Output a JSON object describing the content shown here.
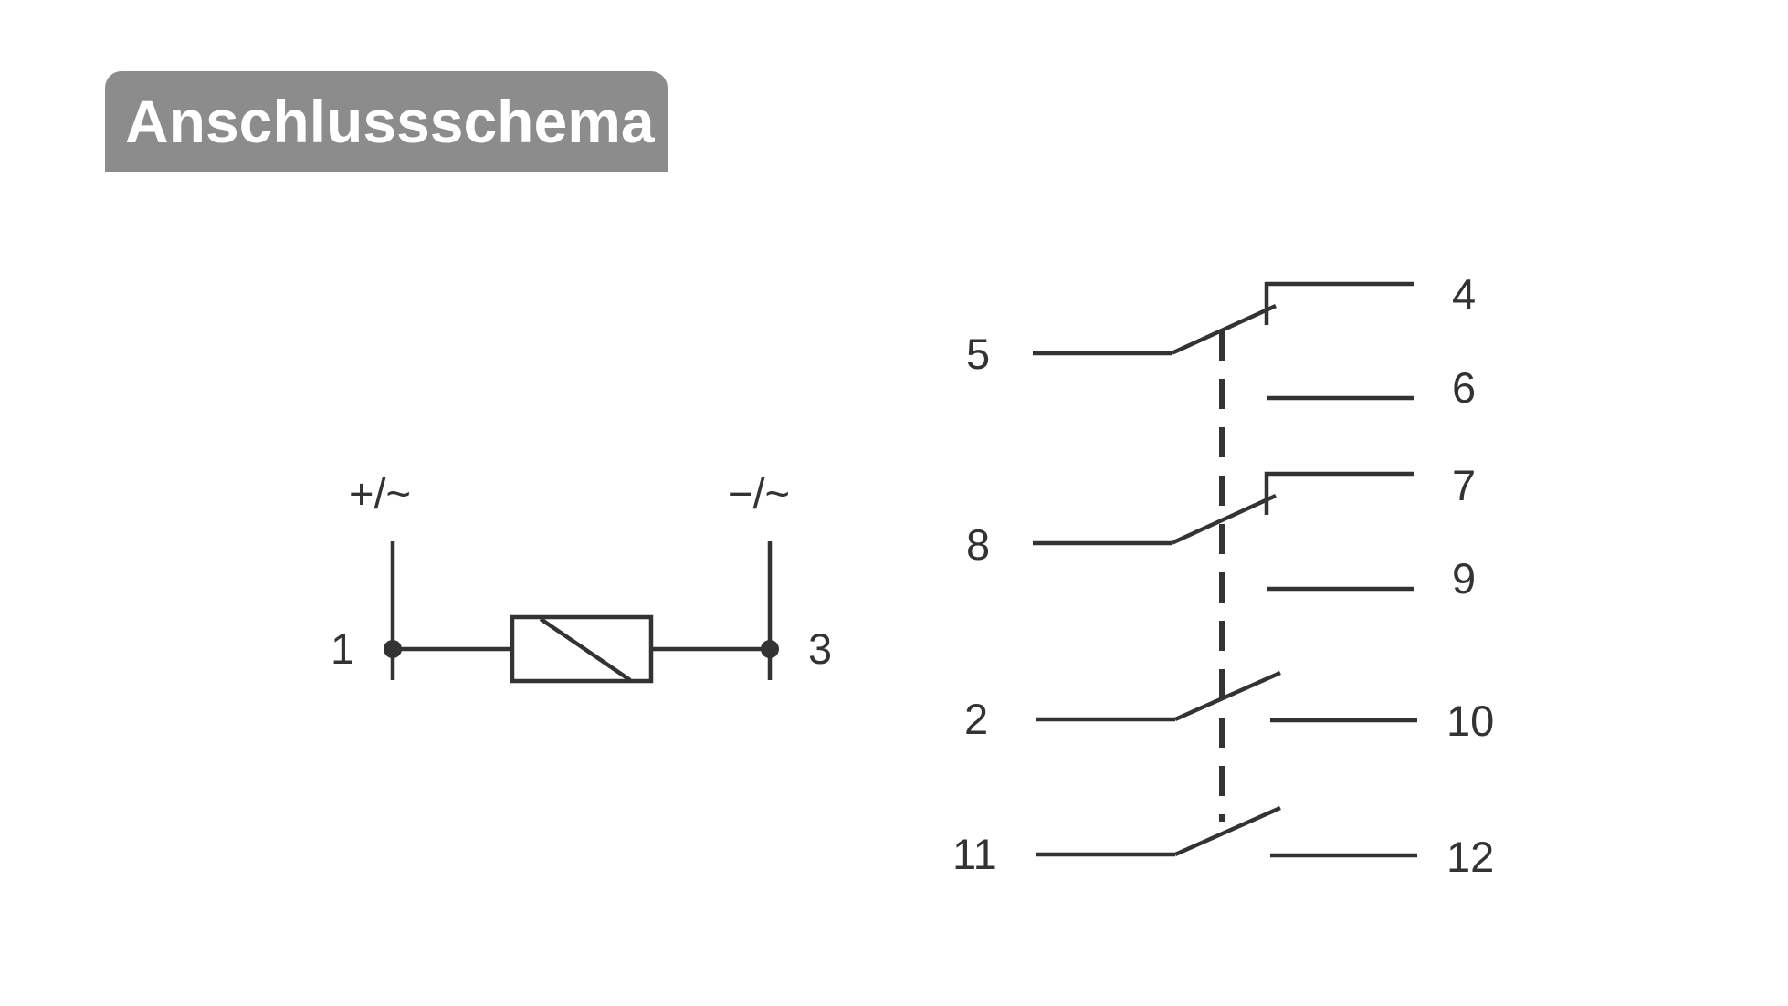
{
  "title": "Anschlussschema",
  "coil": {
    "supply_positive": "+/~",
    "supply_negative": "−/~",
    "terminal_left": "1",
    "terminal_right": "3"
  },
  "contacts": [
    {
      "common": "5",
      "nc": "4",
      "no": "6"
    },
    {
      "common": "8",
      "nc": "7",
      "no": "9"
    },
    {
      "common": "2",
      "no": "10"
    },
    {
      "common": "11",
      "no": "12"
    }
  ],
  "colors": {
    "title_background": "#8c8c8c",
    "title_text": "#ffffff",
    "line": "#333333"
  }
}
